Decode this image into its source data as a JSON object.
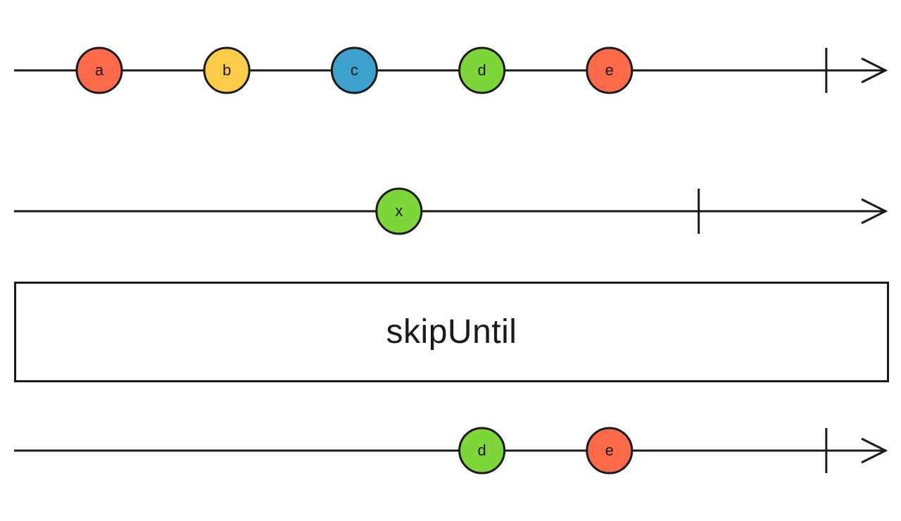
{
  "operator": {
    "name": "skipUntil"
  },
  "timelines": [
    {
      "id": "source",
      "marbles": [
        {
          "label": "a",
          "color": "#ff6a4a",
          "time": 1
        },
        {
          "label": "b",
          "color": "#ffcc4a",
          "time": 2
        },
        {
          "label": "c",
          "color": "#3ea0cc",
          "time": 3
        },
        {
          "label": "d",
          "color": "#7ed63a",
          "time": 4
        },
        {
          "label": "e",
          "color": "#ff6a4a",
          "time": 5
        }
      ],
      "complete_time": 6.7
    },
    {
      "id": "notifier",
      "marbles": [
        {
          "label": "x",
          "color": "#7ed63a",
          "time": 3.35
        }
      ],
      "complete_time": 5.7
    },
    {
      "id": "output",
      "marbles": [
        {
          "label": "d",
          "color": "#7ed63a",
          "time": 4
        },
        {
          "label": "e",
          "color": "#ff6a4a",
          "time": 5
        }
      ],
      "complete_time": 6.7
    }
  ]
}
